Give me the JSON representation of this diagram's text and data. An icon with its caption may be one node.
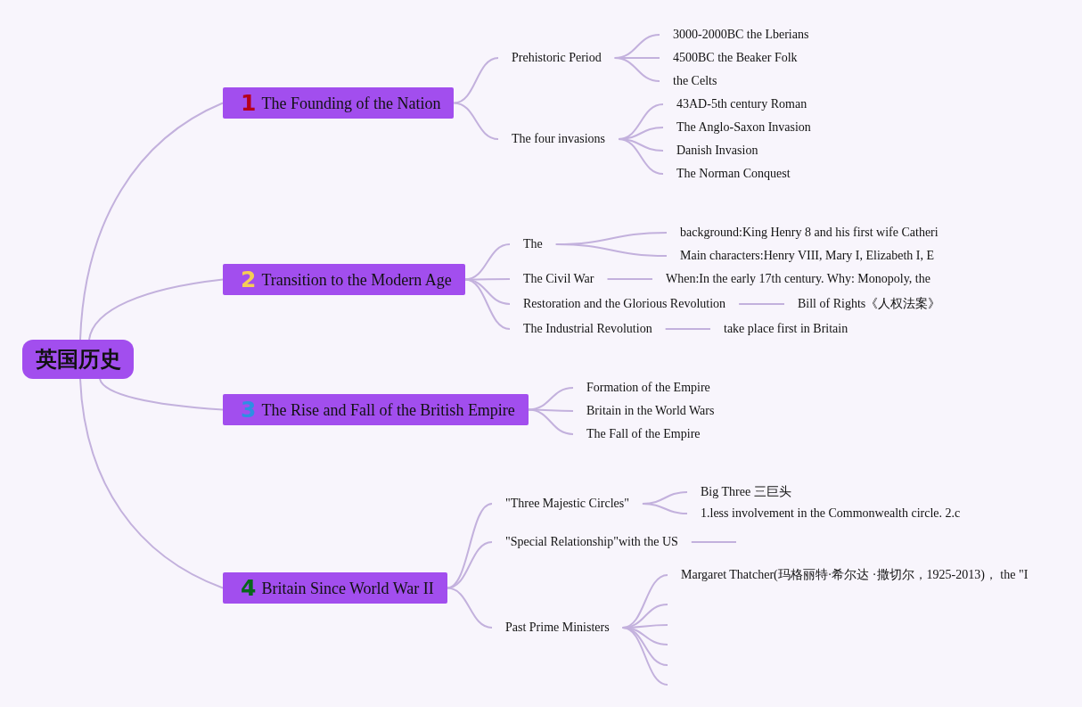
{
  "diagram": {
    "nodes": [
      {
        "text": [
          "英国历史"
        ]
      },
      {
        "text": [
          "1",
          "The Founding of the Nation"
        ]
      },
      {
        "text": [
          "Prehistoric Period"
        ]
      },
      {
        "text": [
          "3000-2000BC the Lberians"
        ]
      },
      {
        "text": [
          "4500BC the Beaker Folk"
        ]
      },
      {
        "text": [
          "the Celts"
        ]
      },
      {
        "text": [
          "The four invasions"
        ]
      },
      {
        "text": [
          "43AD-5th century Roman"
        ]
      },
      {
        "text": [
          "The Anglo-Saxon Invasion"
        ]
      },
      {
        "text": [
          "Danish Invasion"
        ]
      },
      {
        "text": [
          "The Norman Conquest"
        ]
      },
      {
        "text": [
          "2",
          "Transition to the Modern Age"
        ]
      },
      {
        "text": [
          "The"
        ]
      },
      {
        "text": [
          "background:King Henry 8 and his first wife Catheri"
        ]
      },
      {
        "text": [
          "Main characters:Henry VIII, Mary I, Elizabeth I, E"
        ]
      },
      {
        "text": [
          "The Civil War"
        ]
      },
      {
        "text": [
          "When:In the early 17th century. Why: Monopoly, the"
        ]
      },
      {
        "text": [
          "Restoration and the Glorious Revolution"
        ]
      },
      {
        "text": [
          "Bill of Rights《人权法案》"
        ]
      },
      {
        "text": [
          "The Industrial Revolution"
        ]
      },
      {
        "text": [
          "take place first in Britain"
        ]
      },
      {
        "text": [
          "3",
          "The Rise and Fall of the British Empire"
        ]
      },
      {
        "text": [
          "Formation of the Empire"
        ]
      },
      {
        "text": [
          "Britain in the World Wars"
        ]
      },
      {
        "text": [
          "The Fall of the Empire"
        ]
      },
      {
        "text": [
          "4",
          "Britain Since World War II"
        ]
      },
      {
        "text": [
          "\"Three Majestic Circles\""
        ]
      },
      {
        "text": [
          "Big Three 三巨头"
        ]
      },
      {
        "text": [
          "1.less involvement in the Commonwealth circle. 2.c"
        ]
      },
      {
        "text": [
          "\"Special Relationship\"with the US"
        ]
      },
      {
        "text": [
          "Past Prime Ministers"
        ]
      },
      {
        "text": [
          "Margaret Thatcher(玛格丽特·希尔达 ·撒切尔，1925-2013)， the \"I"
        ]
      }
    ],
    "edges": [
      {
        "from": 0,
        "to": 1,
        "arrow": "none"
      },
      {
        "from": 0,
        "to": 11,
        "arrow": "none"
      },
      {
        "from": 0,
        "to": 21,
        "arrow": "none"
      },
      {
        "from": 0,
        "to": 25,
        "arrow": "none"
      },
      {
        "from": 1,
        "to": 2,
        "arrow": "none"
      },
      {
        "from": 1,
        "to": 6,
        "arrow": "none"
      },
      {
        "from": 2,
        "to": 3,
        "arrow": "none"
      },
      {
        "from": 2,
        "to": 4,
        "arrow": "none"
      },
      {
        "from": 2,
        "to": 5,
        "arrow": "none"
      },
      {
        "from": 6,
        "to": 7,
        "arrow": "none"
      },
      {
        "from": 6,
        "to": 8,
        "arrow": "none"
      },
      {
        "from": 6,
        "to": 9,
        "arrow": "none"
      },
      {
        "from": 6,
        "to": 10,
        "arrow": "none"
      },
      {
        "from": 11,
        "to": 12,
        "arrow": "none"
      },
      {
        "from": 11,
        "to": 15,
        "arrow": "none"
      },
      {
        "from": 11,
        "to": 17,
        "arrow": "none"
      },
      {
        "from": 11,
        "to": 19,
        "arrow": "none"
      },
      {
        "from": 12,
        "to": 13,
        "arrow": "none"
      },
      {
        "from": 12,
        "to": 14,
        "arrow": "none"
      },
      {
        "from": 15,
        "to": 16,
        "arrow": "none"
      },
      {
        "from": 17,
        "to": 18,
        "arrow": "none"
      },
      {
        "from": 19,
        "to": 20,
        "arrow": "none"
      },
      {
        "from": 21,
        "to": 22,
        "arrow": "none"
      },
      {
        "from": 21,
        "to": 23,
        "arrow": "none"
      },
      {
        "from": 21,
        "to": 24,
        "arrow": "none"
      },
      {
        "from": 25,
        "to": 26,
        "arrow": "none"
      },
      {
        "from": 25,
        "to": 29,
        "arrow": "none"
      },
      {
        "from": 25,
        "to": 30,
        "arrow": "none"
      },
      {
        "from": 26,
        "to": 27,
        "arrow": "none"
      },
      {
        "from": 26,
        "to": 28,
        "arrow": "none"
      },
      {
        "from": 29,
        "to": null,
        "arrow": "none"
      },
      {
        "from": 30,
        "to": 31,
        "arrow": "none"
      },
      {
        "from": 30,
        "to": null,
        "arrow": "none"
      },
      {
        "from": 30,
        "to": null,
        "arrow": "none"
      },
      {
        "from": 30,
        "to": null,
        "arrow": "none"
      },
      {
        "from": 30,
        "to": null,
        "arrow": "none"
      },
      {
        "from": 30,
        "to": null,
        "arrow": "none"
      }
    ]
  }
}
